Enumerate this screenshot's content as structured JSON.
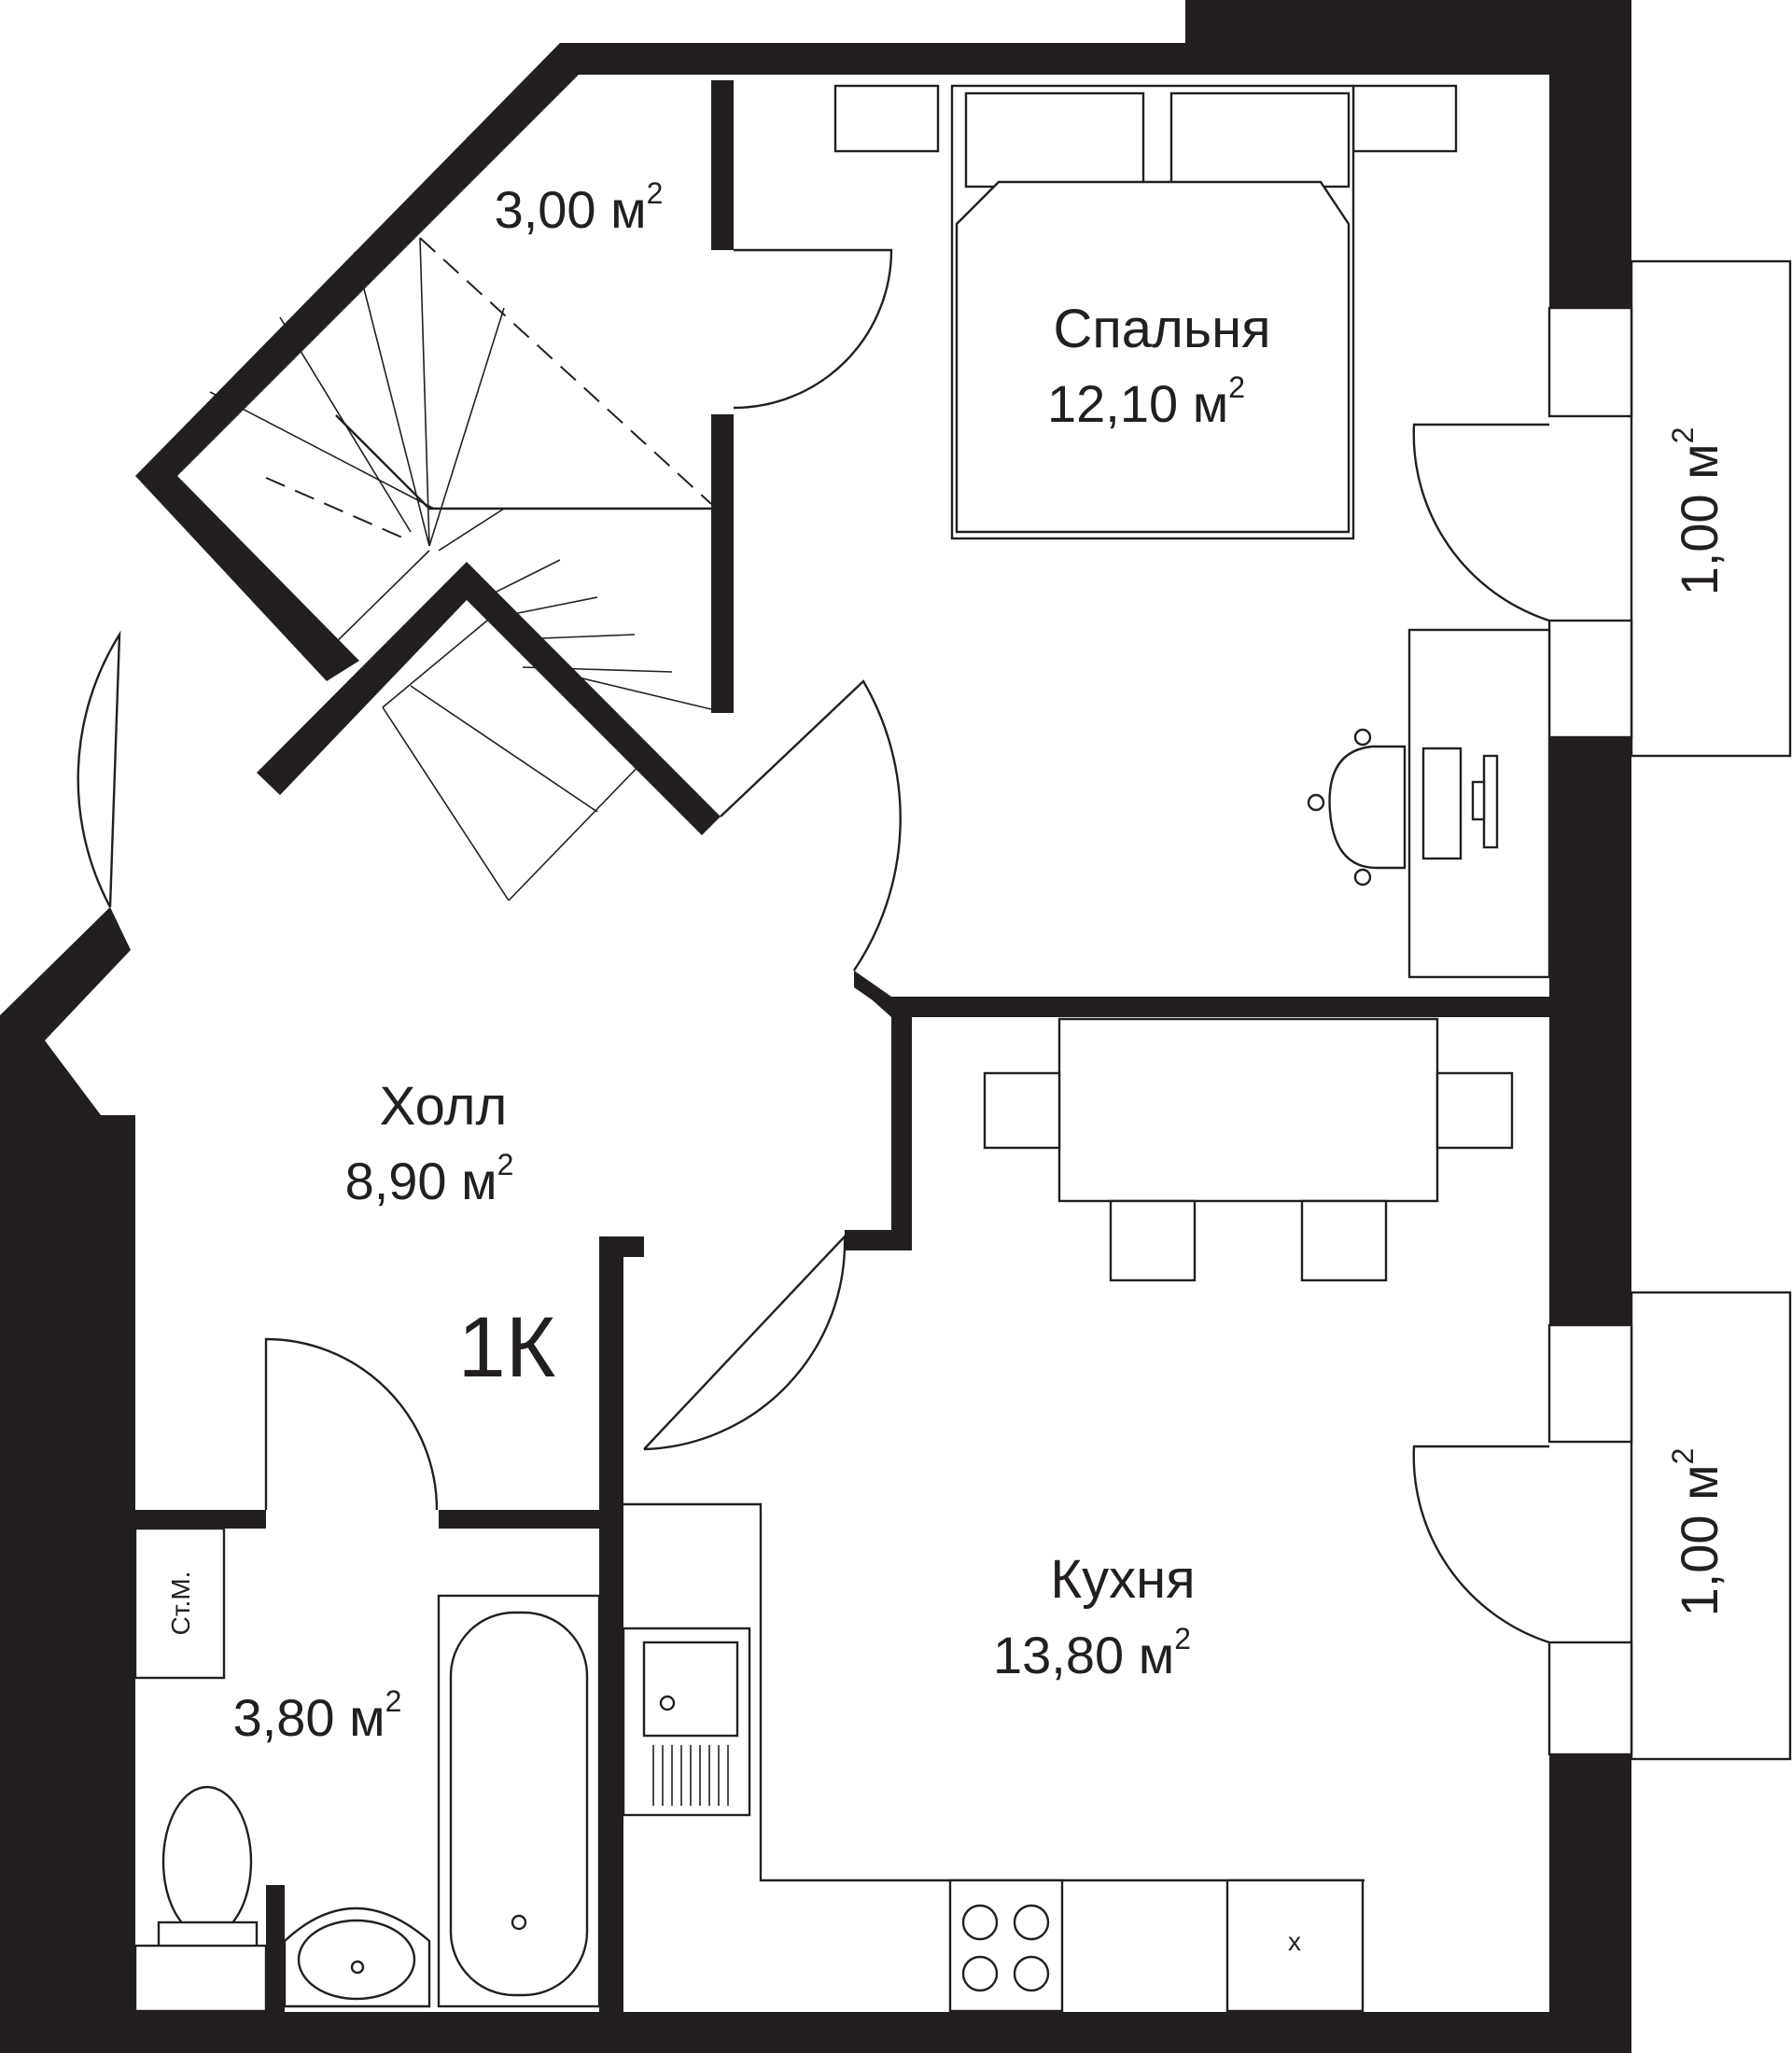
{
  "plan": {
    "unit_label": "1К",
    "rooms": [
      {
        "id": "bedroom",
        "name": "Спальня",
        "area": "12,10 м",
        "sup": "2"
      },
      {
        "id": "hall",
        "name": "Холл",
        "area": "8,90 м",
        "sup": "2"
      },
      {
        "id": "kitchen",
        "name": "Кухня",
        "area": "13,80 м",
        "sup": "2"
      },
      {
        "id": "stair",
        "name": "",
        "area": "3,00 м",
        "sup": "2"
      },
      {
        "id": "bathroom",
        "name": "",
        "area": "3,80 м",
        "sup": "2"
      },
      {
        "id": "balcony-top",
        "name": "",
        "area": "1,00 м",
        "sup": "2"
      },
      {
        "id": "balcony-bottom",
        "name": "",
        "area": "1,00 м",
        "sup": "2"
      }
    ],
    "fixtures": {
      "washing_machine_label": "Ст.М.",
      "fridge_label": "х"
    },
    "colors": {
      "wall": "#231f20",
      "background": "#ffffff"
    }
  }
}
